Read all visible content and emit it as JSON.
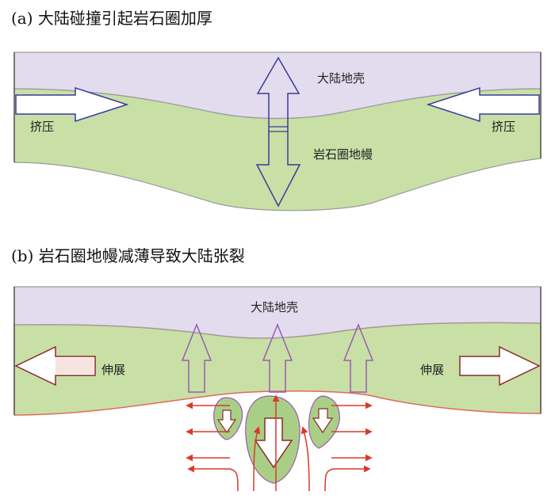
{
  "panel_a": {
    "title": "(a) 大陆碰撞引起岩石圈加厚",
    "crust_label": "大陆地壳",
    "mantle_label": "岩石圈地幔",
    "left_arrow_label": "挤压",
    "right_arrow_label": "挤压"
  },
  "panel_b": {
    "title": "(b) 岩石圈地幔减薄导致大陆张裂",
    "crust_label": "大陆地壳",
    "left_arrow_label": "伸展",
    "right_arrow_label": "伸展"
  },
  "colors": {
    "crust_fill": "#e2dcee",
    "mantle_fill": "#c8e0a6",
    "blob_fill": "#a9cf86",
    "outline_gray": "#9a9a9a",
    "blue_arrow": "#3a3a9c",
    "purple_arrow": "#9a5ab0",
    "dark_red_arrow": "#8b2a2a",
    "boundary_red": "#e06a5a",
    "flow_red": "#d93a2a"
  }
}
